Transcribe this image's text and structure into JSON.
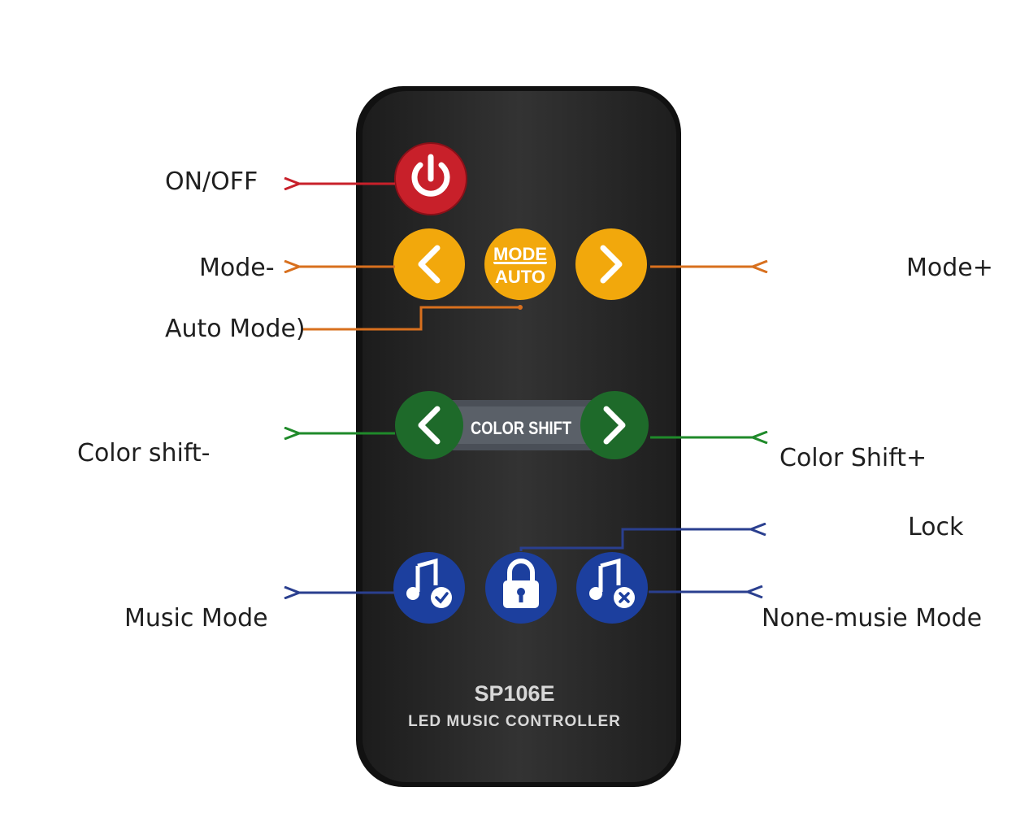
{
  "callouts": {
    "power": "ON/OFF",
    "mode_minus": "Mode-",
    "auto_mode": "Auto Mode)",
    "mode_plus": "Mode+",
    "color_shift_minus": "Color shift-",
    "color_shift_plus": "Color Shift+",
    "lock": "Lock",
    "music_mode": "Music Mode",
    "non_music_mode": "None-musie Mode"
  },
  "buttons": {
    "mode_auto_top": "MODE",
    "mode_auto_bottom": "AUTO",
    "color_shift": "COLOR SHIFT"
  },
  "remote": {
    "model": "SP106E",
    "subtitle": "LED MUSIC CONTROLLER"
  },
  "colors": {
    "power": "#c8202a",
    "mode": "#f2a80c",
    "color_shift": "#1e6a2a",
    "music": "#1c3f9e",
    "remote_body": "#2a2a2a",
    "arrow_red": "#c8202a",
    "arrow_orange": "#d8701e",
    "arrow_green": "#1f8a2a",
    "arrow_blue": "#2a3f8f"
  },
  "icons": {
    "power": "power-icon",
    "mode_prev": "chevron-left-icon",
    "mode_next": "chevron-right-icon",
    "color_prev": "chevron-left-icon",
    "color_next": "chevron-right-icon",
    "music": "music-note-check-icon",
    "lock": "padlock-icon",
    "non_music": "music-note-x-icon"
  }
}
